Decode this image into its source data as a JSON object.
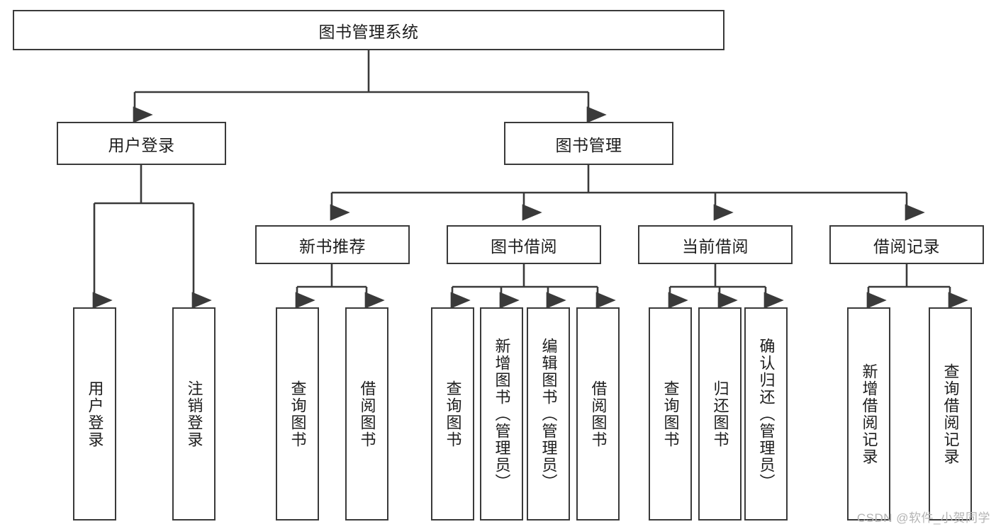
{
  "diagram": {
    "type": "hierarchy-tree",
    "title": "图书管理系统",
    "root": {
      "id": "root",
      "label": "图书管理系统",
      "orientation": "horizontal"
    },
    "level2": [
      {
        "id": "user-login",
        "label": "用户登录",
        "orientation": "horizontal"
      },
      {
        "id": "book-management",
        "label": "图书管理",
        "orientation": "horizontal"
      }
    ],
    "level3": [
      {
        "id": "new-book-recommend",
        "label": "新书推荐",
        "orientation": "horizontal",
        "parent": "book-management"
      },
      {
        "id": "book-borrow",
        "label": "图书借阅",
        "orientation": "horizontal",
        "parent": "book-management"
      },
      {
        "id": "current-borrow",
        "label": "当前借阅",
        "orientation": "horizontal",
        "parent": "book-management"
      },
      {
        "id": "borrow-record",
        "label": "借阅记录",
        "orientation": "horizontal",
        "parent": "book-management"
      }
    ],
    "leaves": [
      {
        "id": "leaf-user-login",
        "label": "用户登录",
        "parent": "user-login",
        "orientation": "vertical"
      },
      {
        "id": "leaf-user-logout",
        "label": "注销登录",
        "parent": "user-login",
        "orientation": "vertical"
      },
      {
        "id": "leaf-query-book-1",
        "label": "查询图书",
        "parent": "new-book-recommend",
        "orientation": "vertical"
      },
      {
        "id": "leaf-borrow-book-1",
        "label": "借阅图书",
        "parent": "new-book-recommend",
        "orientation": "vertical"
      },
      {
        "id": "leaf-query-book-2",
        "label": "查询图书",
        "parent": "book-borrow",
        "orientation": "vertical"
      },
      {
        "id": "leaf-add-book",
        "label": "新增图书（管理员）",
        "parent": "book-borrow",
        "orientation": "vertical"
      },
      {
        "id": "leaf-edit-book",
        "label": "编辑图书（管理员）",
        "parent": "book-borrow",
        "orientation": "vertical"
      },
      {
        "id": "leaf-borrow-book-2",
        "label": "借阅图书",
        "parent": "book-borrow",
        "orientation": "vertical"
      },
      {
        "id": "leaf-query-book-3",
        "label": "查询图书",
        "parent": "current-borrow",
        "orientation": "vertical"
      },
      {
        "id": "leaf-return-book",
        "label": "归还图书",
        "parent": "current-borrow",
        "orientation": "vertical"
      },
      {
        "id": "leaf-confirm-return",
        "label": "确认归还（管理员）",
        "parent": "current-borrow",
        "orientation": "vertical"
      },
      {
        "id": "leaf-add-record",
        "label": "新增借阅记录",
        "parent": "borrow-record",
        "orientation": "vertical"
      },
      {
        "id": "leaf-query-record",
        "label": "查询借阅记录",
        "parent": "borrow-record",
        "orientation": "vertical"
      }
    ],
    "colors": {
      "border": "#3a3a3a",
      "connector": "#3a3a3a",
      "background": "#ffffff",
      "text": "#1d1d1d",
      "watermark": "#b4b4b4"
    }
  },
  "watermark": {
    "text": "CSDN @软件_小贺同学"
  }
}
